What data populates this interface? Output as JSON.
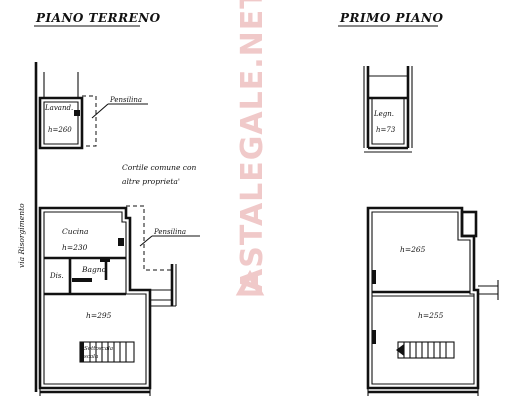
{
  "titles": {
    "ground_floor": "PIANO TERRENO",
    "first_floor": "PRIMO PIANO"
  },
  "ground_floor": {
    "laundry": {
      "name": "Lavand.",
      "height": "h=260"
    },
    "canopy_top": "Pensilina",
    "courtyard_line1": "Cortile comune con",
    "courtyard_line2": "altre proprieta'",
    "street": "via Risorgimento",
    "kitchen": {
      "name": "Cucina",
      "height": "h=230"
    },
    "canopy_mid": "Pensilina",
    "closet": "Dis.",
    "bathroom": "Bagno",
    "main_room": {
      "height": "h=295"
    },
    "stair_line1": "Sottoscala",
    "stair_line2": "scala"
  },
  "first_floor": {
    "woodshed": {
      "name": "Legn.",
      "height": "h=73"
    },
    "upper_room": {
      "height": "h=265"
    },
    "lower_room": {
      "height": "h=255"
    }
  },
  "watermark": "ASTALEGALE.NET",
  "colors": {
    "ink": "#111111",
    "watermark": "#f0c9c9"
  }
}
